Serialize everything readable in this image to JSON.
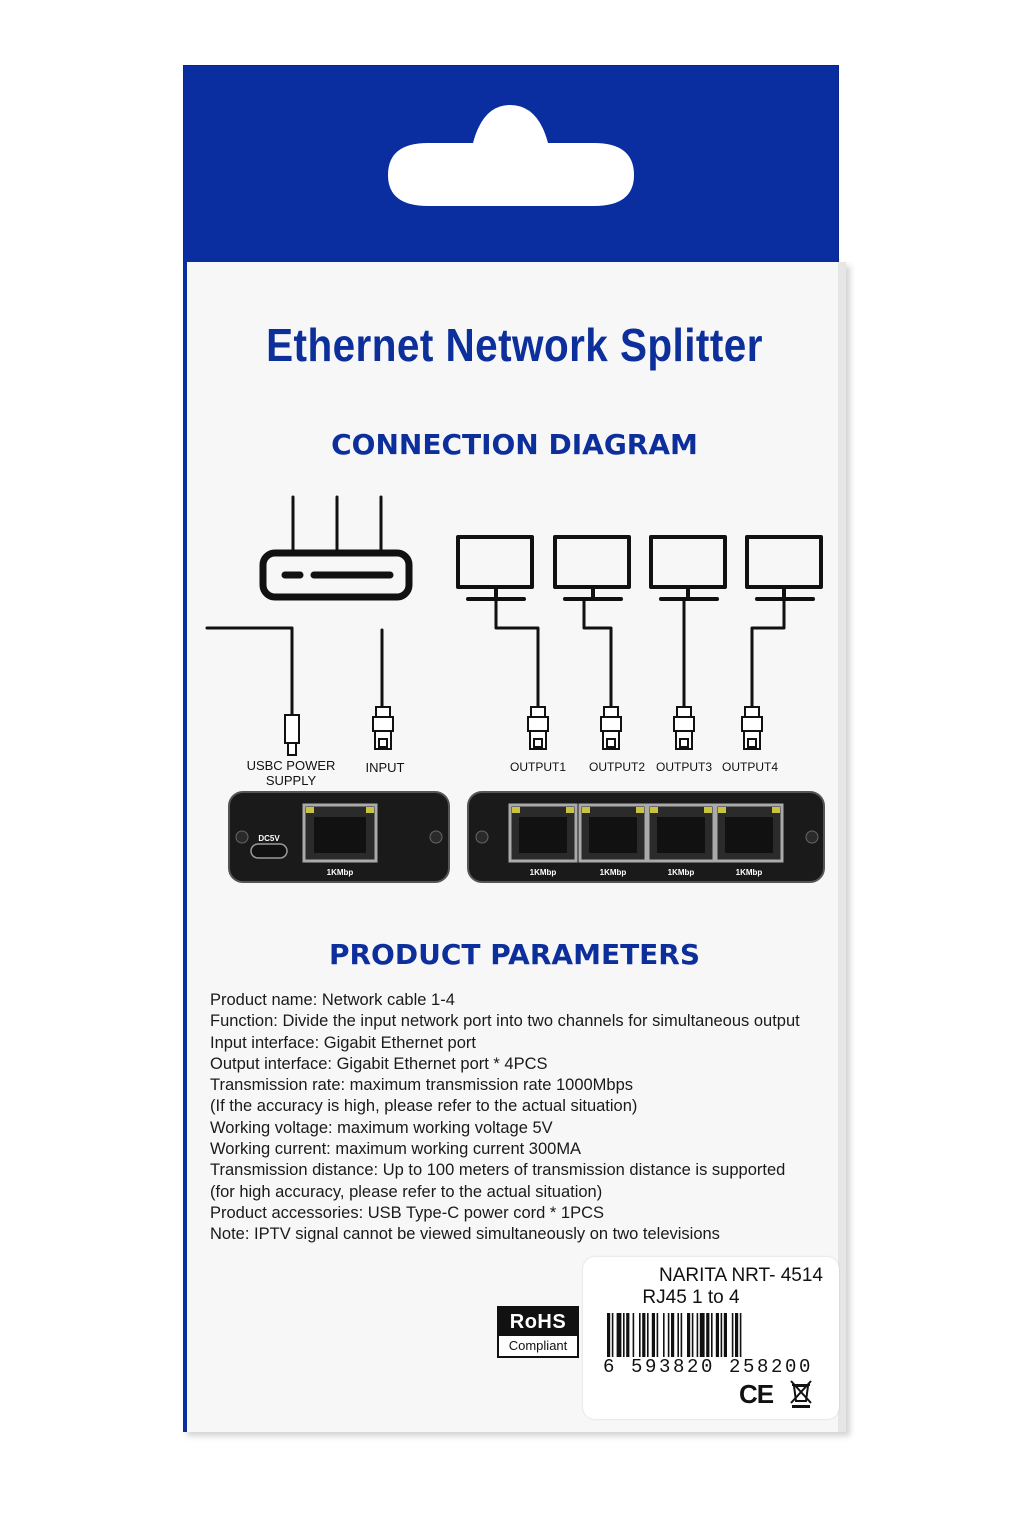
{
  "package": {
    "title": "Ethernet Network Splitter",
    "connection_heading": "CONNECTION DIAGRAM",
    "parameters_heading": "PRODUCT PARAMETERS"
  },
  "diagram": {
    "labels": {
      "power_line1": "USBC POWER",
      "power_line2": "SUPPLY",
      "input": "INPUT",
      "output1": "OUTPUT1",
      "output2": "OUTPUT2",
      "output3": "OUTPUT3",
      "output4": "OUTPUT4"
    },
    "device_text": {
      "dc": "DC5V",
      "speed": "1KMbp"
    }
  },
  "parameters": [
    "Product name: Network cable 1-4",
    "Function: Divide the input network port into two channels for simultaneous output",
    "Input interface: Gigabit Ethernet port",
    "Output interface: Gigabit Ethernet port * 4PCS",
    "Transmission rate: maximum transmission rate 1000Mbps",
    "(If the accuracy is high, please refer to the actual situation)",
    "Working voltage: maximum working voltage 5V",
    "Working current: maximum working current 300MA",
    "Transmission distance: Up to 100 meters of transmission distance is supported",
    "(for high accuracy, please refer to the actual situation)",
    "Product accessories: USB Type-C power cord * 1PCS",
    "Note: IPTV signal cannot be viewed simultaneously on two televisions"
  ],
  "rohs": {
    "top": "RoHS",
    "bottom": "Compliant"
  },
  "sticker": {
    "model": "NARITA NRT- 4514",
    "variant": "RJ45 1 to 4",
    "barcode_number": "6 593820 258200",
    "ce_mark": "CE"
  }
}
